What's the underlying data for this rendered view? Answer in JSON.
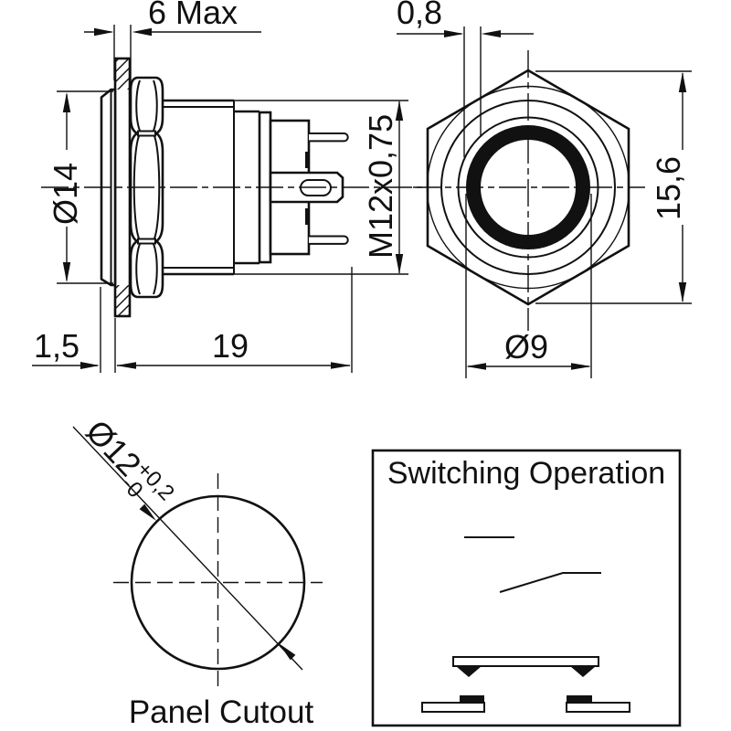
{
  "drawing": {
    "side_view": {
      "dim_panel_thickness": "6 Max",
      "dim_head_diameter": "Ø14",
      "dim_bezel_height": "1,5",
      "dim_body_length": "19",
      "dim_thread": "M12x0,75"
    },
    "front_view": {
      "dim_ring_width": "0,8",
      "dim_across_corners": "15,6",
      "dim_actuator_diameter": "Ø9"
    },
    "panel_cutout": {
      "dim_hole_diameter": "Ø12",
      "tolerance_upper": "+0,2",
      "tolerance_lower": "-0",
      "caption": "Panel Cutout"
    },
    "switching_operation": {
      "title": "Switching Operation"
    }
  },
  "colors": {
    "line": "#111111",
    "background": "#ffffff"
  }
}
